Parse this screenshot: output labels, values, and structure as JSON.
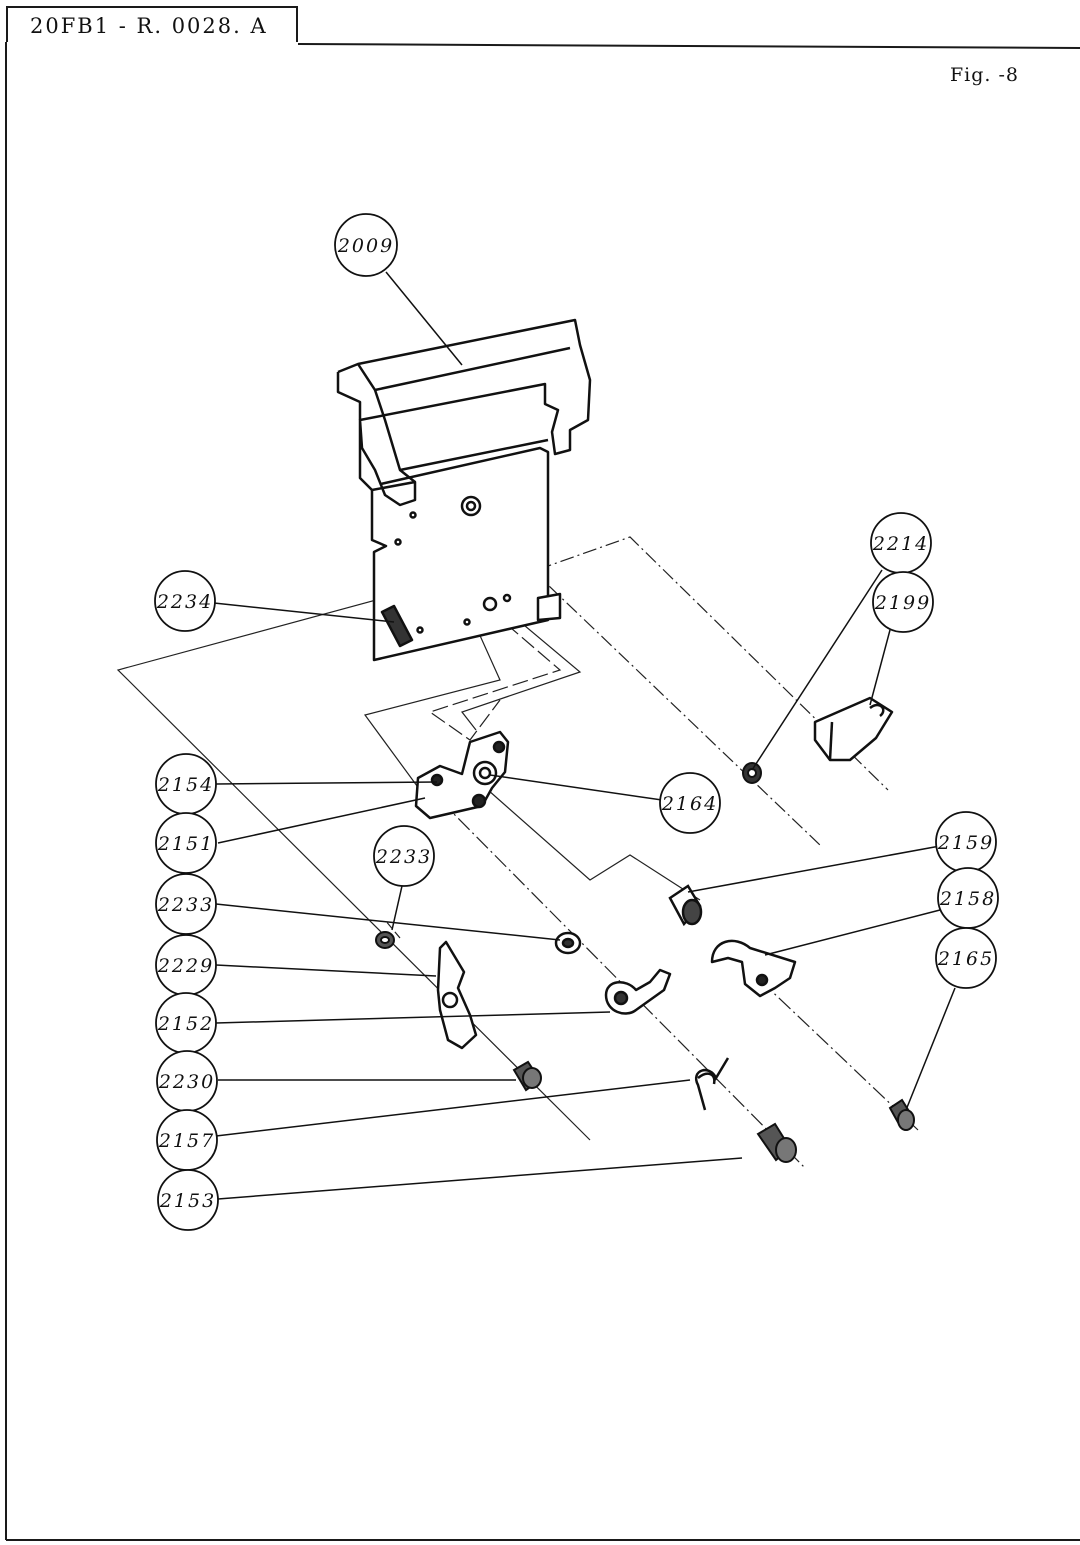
{
  "header": {
    "document_code": "20FB1 - R. 0028. A",
    "figure_label": "Fig. -8"
  },
  "callouts": [
    {
      "id": "2009",
      "label": "2009"
    },
    {
      "id": "2214",
      "label": "2214"
    },
    {
      "id": "2199",
      "label": "2199"
    },
    {
      "id": "2234",
      "label": "2234"
    },
    {
      "id": "2154",
      "label": "2154"
    },
    {
      "id": "2164",
      "label": "2164"
    },
    {
      "id": "2151",
      "label": "2151"
    },
    {
      "id": "2159",
      "label": "2159"
    },
    {
      "id": "2233a",
      "label": "2233"
    },
    {
      "id": "2233b",
      "label": "2233"
    },
    {
      "id": "2158",
      "label": "2158"
    },
    {
      "id": "2229",
      "label": "2229"
    },
    {
      "id": "2165",
      "label": "2165"
    },
    {
      "id": "2152",
      "label": "2152"
    },
    {
      "id": "2230",
      "label": "2230"
    },
    {
      "id": "2157",
      "label": "2157"
    },
    {
      "id": "2153",
      "label": "2153"
    }
  ]
}
